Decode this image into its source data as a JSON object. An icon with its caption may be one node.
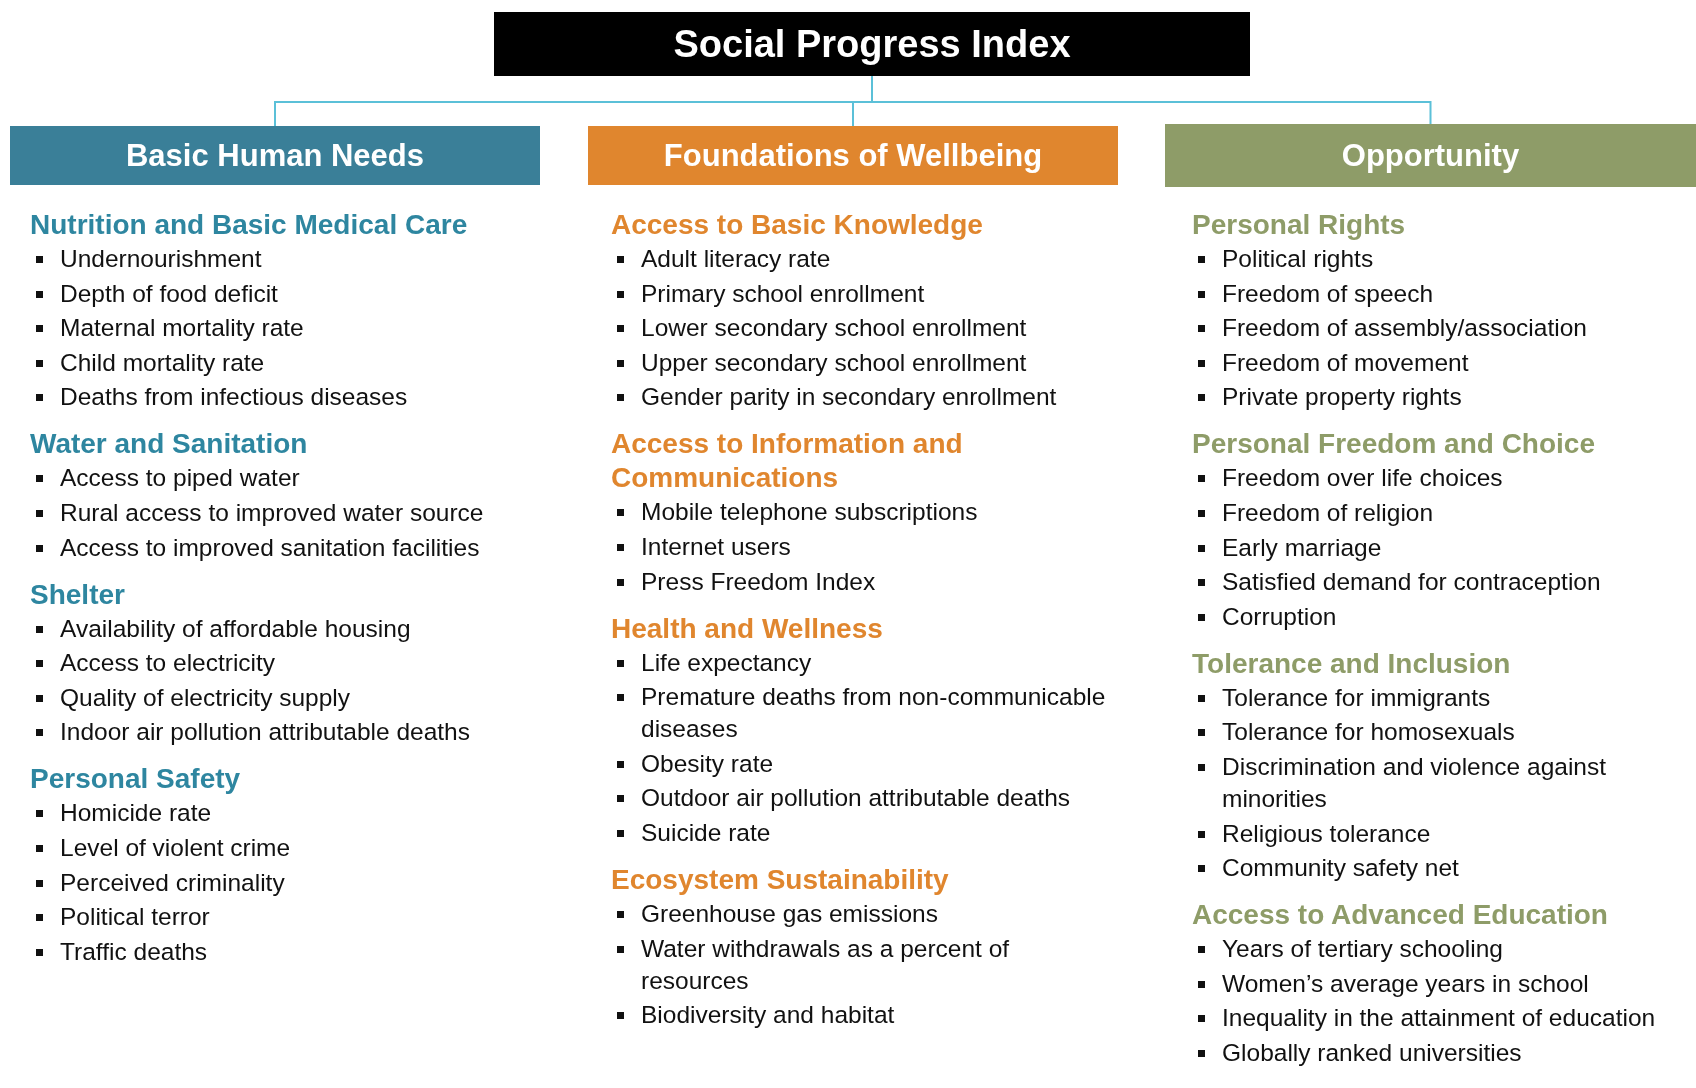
{
  "diagram": {
    "nodes": [
      {
        "text": [
          "Social Progress Index"
        ]
      },
      {
        "text": [
          "Basic Human Needs"
        ]
      },
      {
        "text": [
          "Foundations of Wellbeing"
        ]
      },
      {
        "text": [
          "Opportunity"
        ]
      }
    ],
    "edges": [
      {
        "from": 0,
        "to": 1,
        "arrow": "none"
      },
      {
        "from": 0,
        "to": 2,
        "arrow": "none"
      },
      {
        "from": 0,
        "to": 3,
        "arrow": "none"
      }
    ],
    "labels": [
      "Nutrition and Basic Medical Care",
      "Undernourishment",
      "Depth of food deficit",
      "Maternal mortality rate",
      "Child mortality rate",
      "Deaths from infectious diseases",
      "Water and Sanitation",
      "Access to piped water",
      "Rural access to improved water source",
      "Access to improved sanitation facilities",
      "Shelter",
      "Availability of affordable housing",
      "Access to electricity",
      "Quality of electricity supply",
      "Indoor air pollution attributable deaths",
      "Personal Safety",
      "Homicide rate",
      "Level of violent crime",
      "Perceived criminality",
      "Political terror",
      "Traffic deaths",
      "Access to Basic Knowledge",
      "Adult literacy rate",
      "Primary school enrollment",
      "Lower secondary school enrollment",
      "Upper secondary school enrollment",
      "Gender parity in secondary enrollment",
      "Access to Information and Communications",
      "Mobile telephone subscriptions",
      "Internet users",
      "Press Freedom Index",
      "Health and Wellness",
      "Life expectancy",
      "Premature deaths from non-communicable diseases",
      "Obesity rate",
      "Outdoor air pollution attributable deaths",
      "Suicide rate",
      "Ecosystem Sustainability",
      "Greenhouse gas emissions",
      "Water withdrawals as a percent of resources",
      "Biodiversity and habitat",
      "Personal Rights",
      "Political rights",
      "Freedom of speech",
      "Freedom of assembly/association",
      "Freedom of movement",
      "Private property rights",
      "Personal Freedom and Choice",
      "Freedom over life choices",
      "Freedom of religion",
      "Early marriage",
      "Satisfied demand for contraception",
      "Corruption",
      "Tolerance and Inclusion",
      "Tolerance for immigrants",
      "Tolerance for homosexuals",
      "Discrimination and violence against minorities",
      "Religious tolerance",
      "Community safety net",
      "Access to Advanced Education",
      "Years of tertiary schooling",
      "Women’s average years in school",
      "Inequality in the attainment of education",
      "Globally ranked universities"
    ]
  }
}
